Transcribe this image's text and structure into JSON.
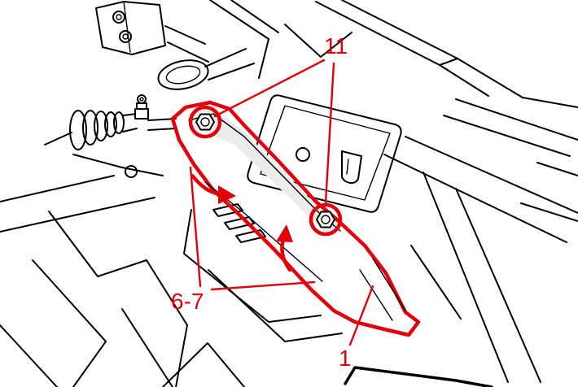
{
  "figure": {
    "kind": "technical-illustration",
    "callouts": [
      {
        "label": "11"
      },
      {
        "label": "6-7"
      },
      {
        "label": "1"
      }
    ],
    "colors": {
      "highlight": "#e2000b",
      "line": "#000000",
      "fill_gray": "#b5b5b5",
      "background": "#ffffff"
    }
  }
}
